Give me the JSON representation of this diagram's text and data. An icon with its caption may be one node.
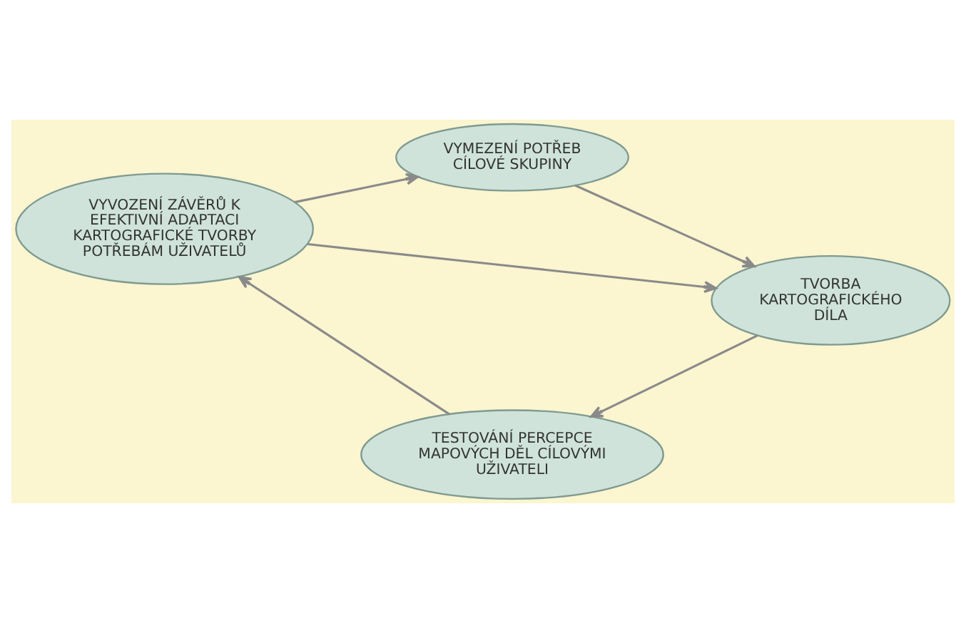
{
  "diagram": {
    "nodes": [
      {
        "text": [
          "VYMEZENÍ POTŘEB CÍLOVÉ SKUPINY"
        ]
      },
      {
        "text": [
          "VYVOZENÍ ZÁVĚRŮ K EFEKTIVNÍ ADAPTACI KARTOGRAFICKÉ TVORBY POTŘEBÁM UŽIVATELŮ"
        ]
      },
      {
        "text": [
          "TVORBA KARTOGRAFICKÉHO DÍLA"
        ]
      },
      {
        "text": [
          "TESTOVÁNÍ PERCEPCE MAPOVÝCH DĚL CÍLOVÝMI UŽIVATELI"
        ]
      }
    ],
    "edges": [
      {
        "from": 0,
        "to": 2,
        "arrow": "to"
      },
      {
        "from": 2,
        "to": 3,
        "arrow": "to"
      },
      {
        "from": 3,
        "to": 1,
        "arrow": "to"
      },
      {
        "from": 1,
        "to": 0,
        "arrow": "to"
      },
      {
        "from": 1,
        "to": 2,
        "arrow": "to"
      }
    ]
  }
}
